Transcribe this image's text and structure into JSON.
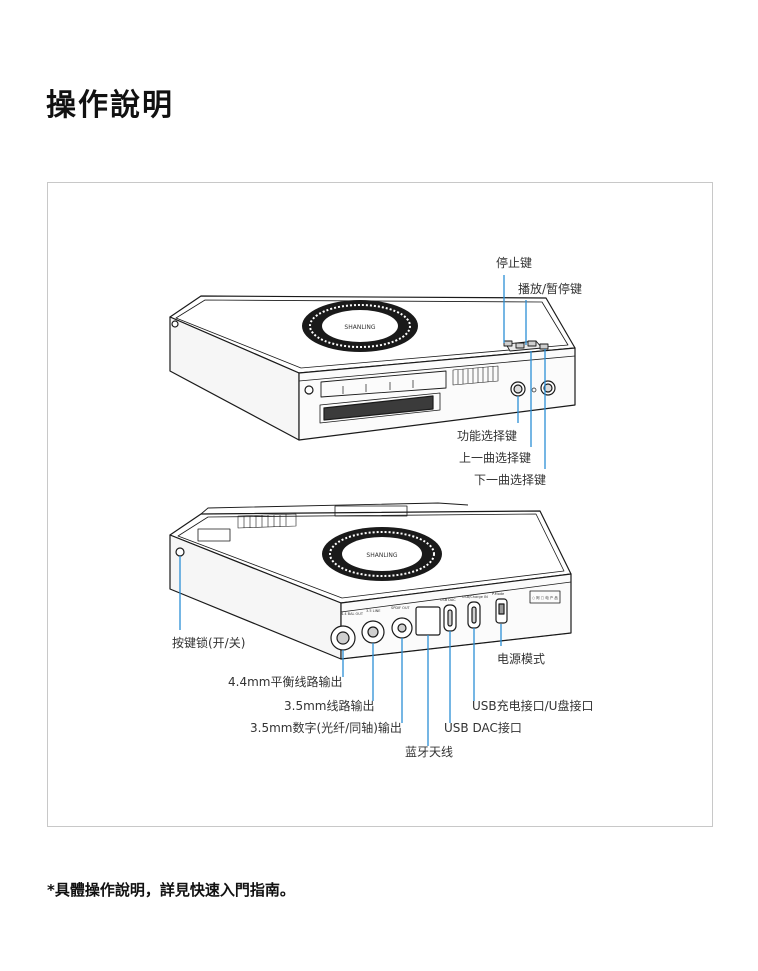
{
  "page": {
    "title": "操作說明",
    "footnote": "*具體操作說明，詳見快速入門指南。"
  },
  "device_text": {
    "brand": "SHANLING",
    "port_balanced": "4.4 BAL OUT",
    "port_line": "3.5 LINE",
    "port_spdif": "SPDIF OUT",
    "port_usb_dac": "USB DAC",
    "port_usb_charge": "USB/Charge IN",
    "power_mode": "P.Mode",
    "sticker": "○ 阿 □ 电 产 品"
  },
  "callouts": {
    "stop": "停止键",
    "play_pause": "播放/暂停键",
    "function": "功能选择键",
    "prev": "上一曲选择键",
    "next": "下一曲选择键",
    "lock": "按键锁(开/关)",
    "power_mode": "电源模式",
    "balanced_out": "4.4mm平衡线路输出",
    "line_out": "3.5mm线路输出",
    "digital_out": "3.5mm数字(光纤/同轴)输出",
    "usb_charge": "USB充电接口/U盘接口",
    "usb_dac": "USB DAC接口",
    "bluetooth": "蓝牙天线"
  },
  "colors": {
    "leader": "#2b8fd6",
    "outline": "#1a1a1a"
  }
}
